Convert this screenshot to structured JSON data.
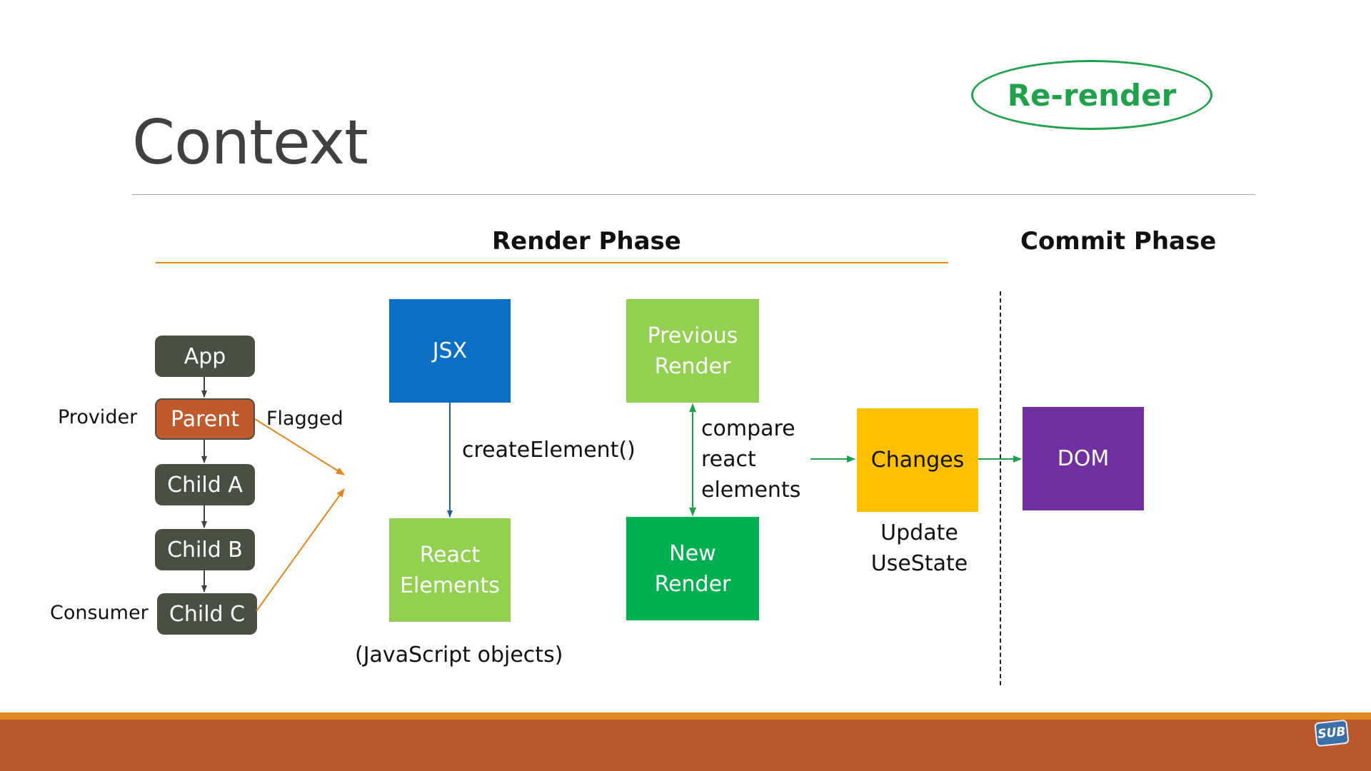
{
  "slide": {
    "title": "Context",
    "badge": "Re-render",
    "render_phase": "Render Phase",
    "commit_phase": "Commit Phase"
  },
  "tree": {
    "app": "App",
    "parent": "Parent",
    "child_a": "Child A",
    "child_b": "Child B",
    "child_c": "Child C",
    "provider_label": "Provider",
    "flagged_label": "Flagged",
    "consumer_label": "Consumer"
  },
  "flow": {
    "jsx": "JSX",
    "create_element": "createElement()",
    "react_elements_1": "React",
    "react_elements_2": "Elements",
    "js_objects": "(JavaScript objects)",
    "previous_render_1": "Previous",
    "previous_render_2": "Render",
    "compare_1": "compare",
    "compare_2": "react",
    "compare_3": "elements",
    "new_render_1": "New",
    "new_render_2": "Render",
    "changes": "Changes",
    "update_1": "Update",
    "update_2": "UseState",
    "dom": "DOM"
  },
  "colors": {
    "accent_green": "#1fa34a",
    "orange": "#e8841c",
    "tree_node": "#4a5041",
    "parent_node": "#bf5a2c",
    "jsx_blue": "#0b6fc6",
    "light_green": "#92d050",
    "dark_green": "#00b050",
    "changes_yellow": "#ffc000",
    "dom_purple": "#7030a0",
    "footer": "#bb582b"
  },
  "footer": {
    "badge": "SUB"
  }
}
